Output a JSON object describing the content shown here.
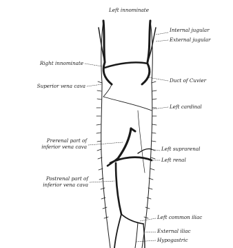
{
  "labels": {
    "left_innominate": "Left innominate",
    "internal_jugular": "Internal jugular",
    "external_jugular": "External jugular",
    "right_innominate": "Right innominate",
    "superior_vena_cava": "Superior vena cava",
    "duct_of_cuvier": "Duct of Cuvier",
    "left_cardinal": "Left cardinal",
    "prerenal_ivc_1": "Prerenal part of",
    "prerenal_ivc_2": "inferior vena cava",
    "left_suprarenal": "Left suprarenal",
    "left_renal": "Left renal",
    "postrenal_ivc_1": "Postrenal part of",
    "postrenal_ivc_2": "inferior vena cava",
    "left_common_iliac": "Left common iliac",
    "external_iliac": "External iliac",
    "hypogastric": "Hypogastric"
  },
  "colors": {
    "vessel": "#1a1a1a",
    "background": "#ffffff"
  }
}
